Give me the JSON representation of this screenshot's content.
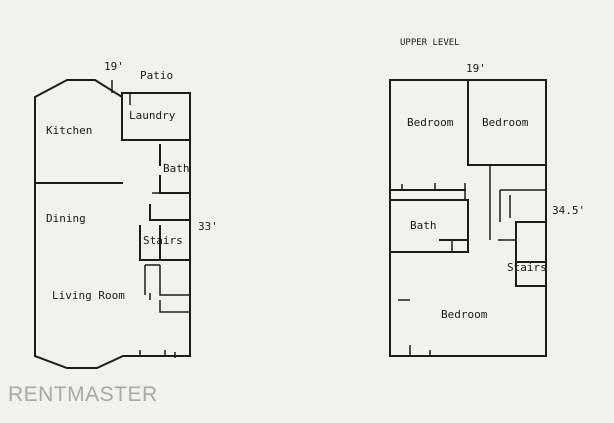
{
  "header": {
    "upper_level": "UPPER LEVEL"
  },
  "lower_level": {
    "dims": {
      "width": "19'",
      "depth": "33'"
    },
    "rooms": {
      "patio": "Patio",
      "laundry": "Laundry",
      "kitchen": "Kitchen",
      "bath": "Bath",
      "dining": "Dining",
      "stairs": "Stairs",
      "living_room": "Living Room"
    }
  },
  "upper_level": {
    "dims": {
      "width": "19'",
      "depth": "34.5'"
    },
    "rooms": {
      "bedroom_1": "Bedroom",
      "bedroom_2": "Bedroom",
      "bath": "Bath",
      "stairs": "Stairs",
      "bedroom_3": "Bedroom"
    }
  },
  "watermark": "RENTMASTER"
}
